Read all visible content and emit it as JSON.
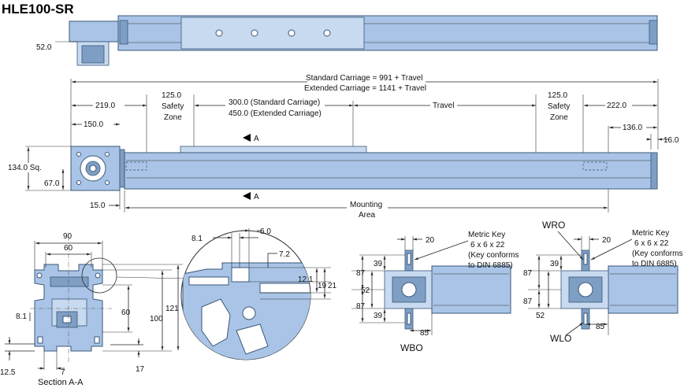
{
  "title": "HLE100-SR",
  "top_view": {
    "dim_52": "52.0"
  },
  "front_view": {
    "standard_carriage": "Standard Carriage = 991 + Travel",
    "extended_carriage": "Extended Carriage = 1141 + Travel",
    "dim_219": "219.0",
    "dim_150": "150.0",
    "safety_left": [
      "125.0",
      "Safety",
      "Zone"
    ],
    "carriage_std": "300.0 (Standard Carriage)",
    "carriage_ext": "450.0 (Extended Carriage)",
    "travel": "Travel",
    "safety_right": [
      "125.0",
      "Safety",
      "Zone"
    ],
    "dim_222": "222.0",
    "dim_136": "136.0",
    "dim_16": "16.0",
    "dim_134": "134.0 Sq.",
    "dim_67": "67.0",
    "dim_15": "15.0",
    "section_marker": "A",
    "mounting_area": [
      "Mounting",
      "Area"
    ]
  },
  "section": {
    "dim_90": "90",
    "dim_60_top": "60",
    "dim_8_1": "8.1",
    "dim_60_side": "60",
    "dim_100": "100",
    "dim_121": "121",
    "dim_12_5": "12.5",
    "dim_7": "7",
    "dim_17": "17",
    "caption": "Section A-A"
  },
  "detail": {
    "dim_8_1": "8.1",
    "dim_6": "6.0",
    "dim_7_2": "7.2",
    "dim_12_1": "12.1",
    "dim_19": "19",
    "dim_21": "21"
  },
  "wbo": {
    "dim_20": "20",
    "key_label": [
      "Metric Key",
      "6 x 6 x 22",
      "(Key conforms",
      "to DIN 6885)"
    ],
    "dim_39_top": "39",
    "dim_87_top": "87",
    "dim_52": "52",
    "dim_87_bot": "87",
    "dim_39_bot": "39",
    "dim_85": "85",
    "label": "WBO"
  },
  "wlo": {
    "label_wro": "WRO",
    "dim_20": "20",
    "key_label": [
      "Metric Key",
      "6 x 6 x 22",
      "(Key conforms",
      "to DIN 6885)"
    ],
    "dim_39": "39",
    "dim_87_top": "87",
    "dim_87_bot": "87",
    "dim_52": "52",
    "dim_85": "85",
    "label_wlo": "WLO"
  }
}
